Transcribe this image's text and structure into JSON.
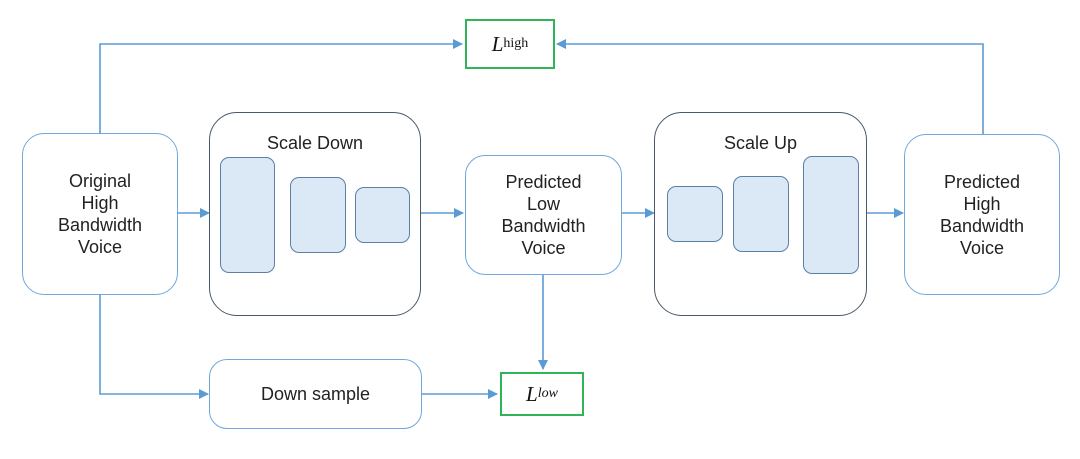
{
  "original": {
    "label_lines": [
      "Original",
      "High",
      "Bandwidth",
      "Voice"
    ]
  },
  "scale_down": {
    "title": "Scale Down"
  },
  "predicted_low": {
    "label_lines": [
      "Predicted",
      "Low",
      "Bandwidth",
      "Voice"
    ]
  },
  "scale_up": {
    "title": "Scale Up"
  },
  "predicted_high": {
    "label_lines": [
      "Predicted",
      "High",
      "Bandwidth",
      "Voice"
    ]
  },
  "down_sample": {
    "label": "Down sample"
  },
  "loss_high": {
    "symbol": "L",
    "subscript": "high"
  },
  "loss_low": {
    "symbol": "L",
    "subscript": "low"
  },
  "colors": {
    "arrow": "#5b9bd5",
    "box_border": "#6fa8dc",
    "block_fill": "#dbe8f6",
    "loss_border": "#2fb45a"
  }
}
